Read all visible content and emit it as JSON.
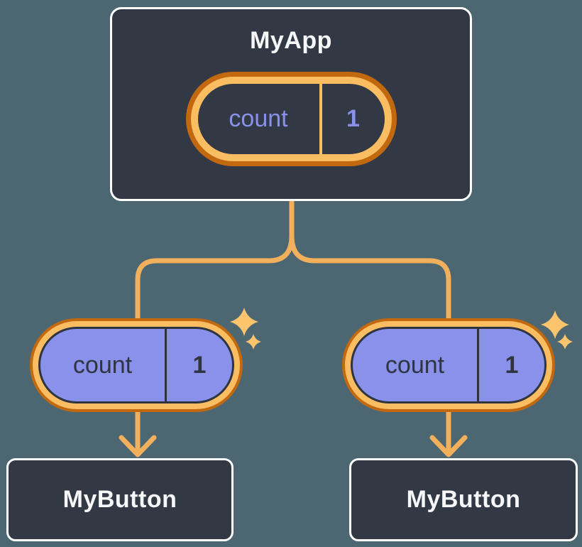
{
  "diagram": {
    "description": "Component tree with shared state passed down as props",
    "root_component": {
      "name": "MyApp",
      "state_pill": {
        "label": "count",
        "value": "1"
      }
    },
    "children": [
      {
        "prop_pill": {
          "label": "count",
          "value": "1"
        },
        "component": {
          "name": "MyButton"
        }
      },
      {
        "prop_pill": {
          "label": "count",
          "value": "1"
        },
        "component": {
          "name": "MyButton"
        }
      }
    ],
    "colors": {
      "background": "#4C6771",
      "panel": "#323945",
      "panel_border": "#FFFFFF",
      "panel_text": "#F6F7F9",
      "ring_outer": "#C2690F",
      "ring_inner": "#FABD62",
      "connector": "#F2B05C",
      "sparkle": "#FBC46D",
      "pill_purple": "#8A91EA",
      "pill_dark": "#2E3440"
    }
  }
}
